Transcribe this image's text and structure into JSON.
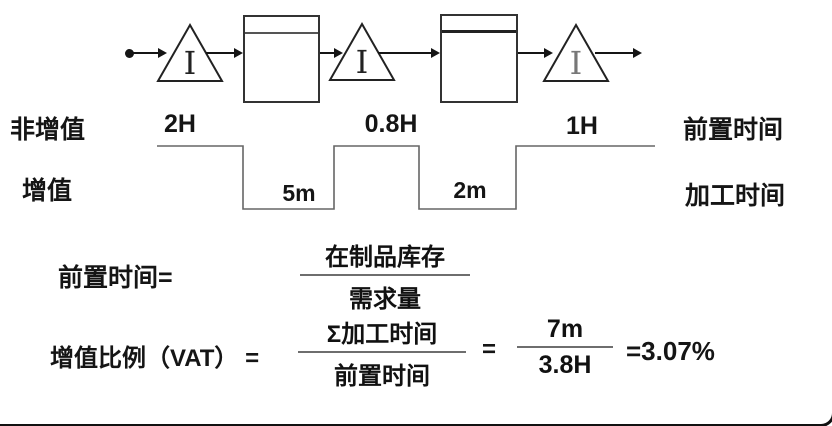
{
  "diagram": {
    "title_hint": "value-stream lead time diagram",
    "flow": {
      "inventory_symbols": [
        "I",
        "I",
        "I"
      ]
    },
    "timeline": {
      "left_label_top": "非增值",
      "left_label_bottom": "增值",
      "right_label_top": "前置时间",
      "right_label_bottom": "加工时间",
      "high_values": [
        "2H",
        "0.8H",
        "1H"
      ],
      "low_values": [
        "5m",
        "2m"
      ]
    },
    "formula_lead_time": {
      "label": "前置时间=",
      "numerator": "在制品库存",
      "denominator": "需求量"
    },
    "formula_vat": {
      "label": "增值比例（VAT） =",
      "numerator": "Σ加工时间",
      "denominator": "前置时间",
      "equals": "=",
      "numerator2": "7m",
      "denominator2": "3.8H",
      "result": "=3.07%"
    },
    "colors": {
      "line": "#151515",
      "step_line": "#666666",
      "fraction_bar": "#6e6e6e"
    }
  }
}
